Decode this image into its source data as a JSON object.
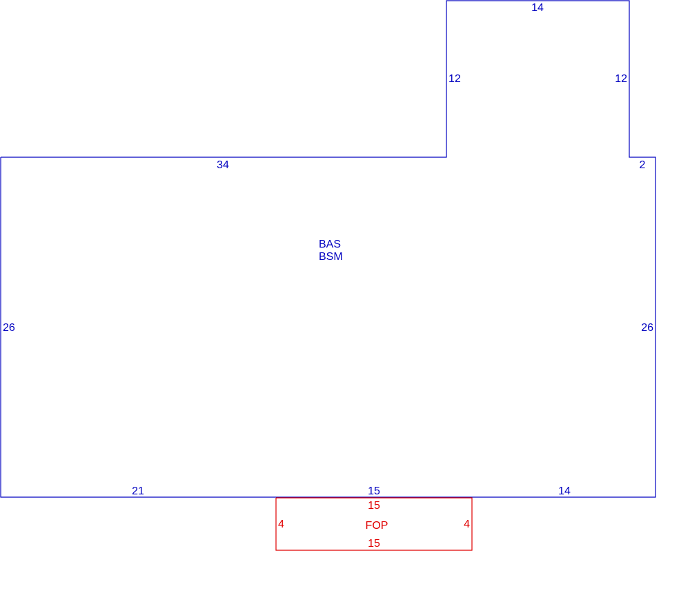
{
  "colors": {
    "main_structure": "#0000c0",
    "porch": "#e00000",
    "background": "#ffffff"
  },
  "main_structure": {
    "labels": [
      "BAS",
      "BSM"
    ],
    "dimensions": {
      "top_bump": "14",
      "bump_left": "12",
      "bump_right": "12",
      "top_main": "34",
      "right_step": "2",
      "left_side": "26",
      "right_side": "26",
      "bottom_left": "21",
      "bottom_middle": "15",
      "bottom_right": "14"
    }
  },
  "porch": {
    "label": "FOP",
    "dimensions": {
      "top": "15",
      "bottom": "15",
      "left": "4",
      "right": "4"
    }
  }
}
